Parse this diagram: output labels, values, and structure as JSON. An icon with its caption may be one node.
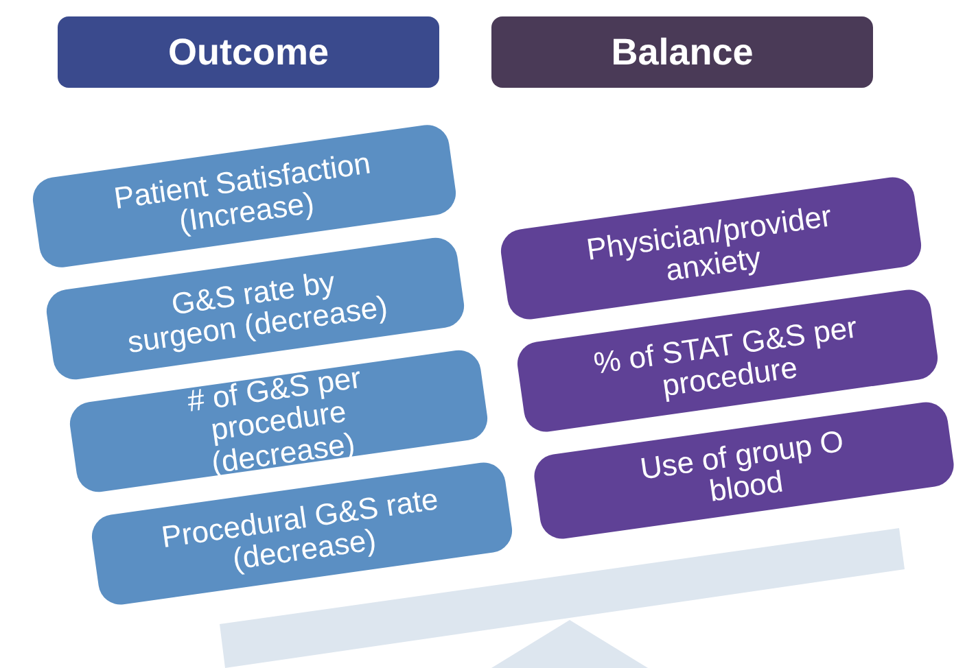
{
  "diagram": {
    "nodes": [
      {
        "text": [
          "Outcome"
        ]
      },
      {
        "text": [
          "Balance"
        ]
      },
      {
        "text": [
          "Patient Satisfaction (Increase)"
        ]
      },
      {
        "text": [
          "G&S rate by surgeon (decrease)"
        ]
      },
      {
        "text": [
          "# of G&S per procedure (decrease)"
        ]
      },
      {
        "text": [
          "Procedural G&S rate (decrease)"
        ]
      },
      {
        "text": [
          "Physician/provider anxiety"
        ]
      },
      {
        "text": [
          "% of STAT G&S per procedure"
        ]
      },
      {
        "text": [
          "Use of group O blood"
        ]
      }
    ]
  }
}
